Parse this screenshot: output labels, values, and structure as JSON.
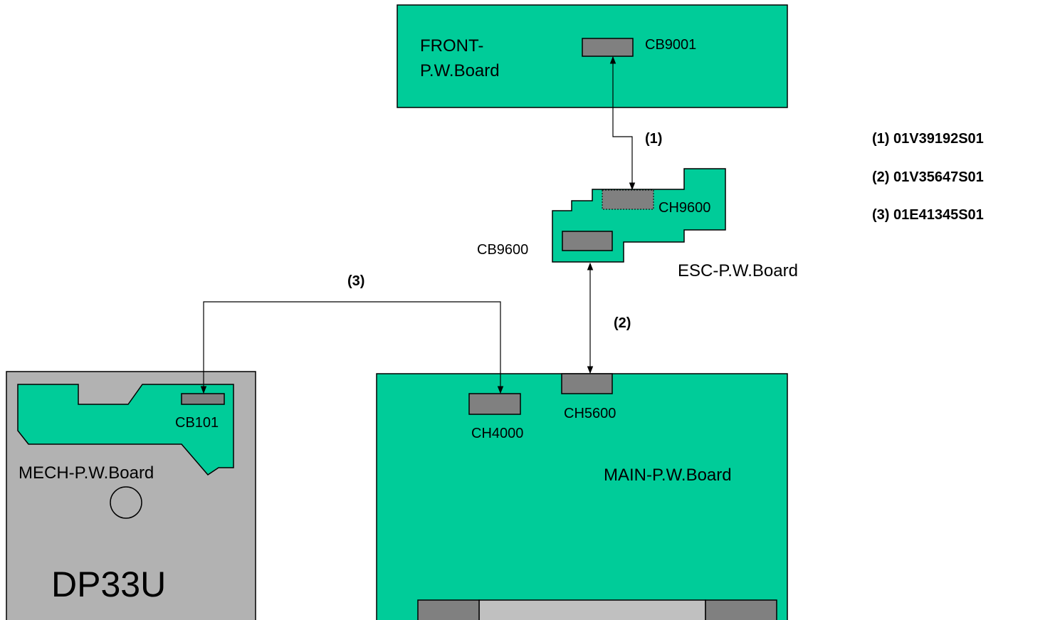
{
  "colors": {
    "board": "#00cc99",
    "connector": "#808080",
    "mech_housing": "#b2b2b2",
    "front_slot": "#c0c0c0",
    "outline": "#000000"
  },
  "boards": {
    "front": {
      "label_line1": "FRONT-",
      "label_line2": "P.W.Board"
    },
    "esc": {
      "label": "ESC-P.W.Board"
    },
    "main": {
      "label": "MAIN-P.W.Board"
    },
    "mech": {
      "label": "MECH-P.W.Board",
      "model": "DP33U"
    }
  },
  "connectors": {
    "cb9001": "CB9001",
    "ch9600": "CH9600",
    "cb9600": "CB9600",
    "ch5600": "CH5600",
    "ch4000": "CH4000",
    "cb101": "CB101"
  },
  "cables": {
    "c1": "(1)",
    "c2": "(2)",
    "c3": "(3)"
  },
  "legend": [
    "(1) 01V39192S01",
    "(2) 01V35647S01",
    "(3) 01E41345S01"
  ]
}
